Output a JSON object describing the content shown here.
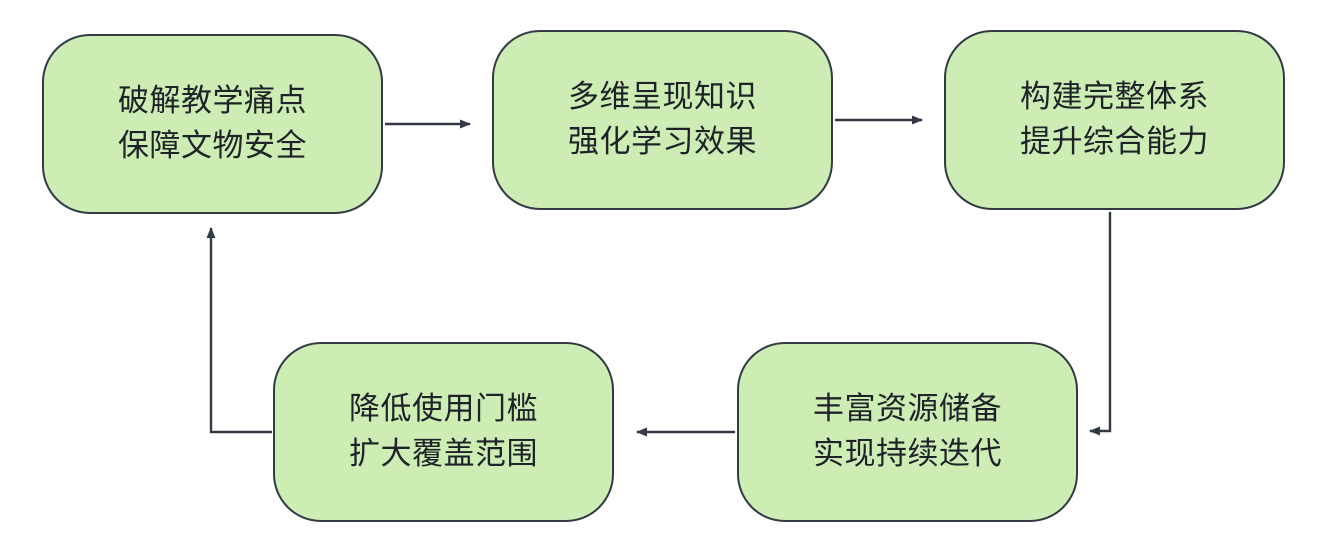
{
  "diagram": {
    "type": "flowchart-cycle",
    "title": "",
    "colors": {
      "node_fill": "#cdedb4",
      "node_border": "#333a45",
      "edge_stroke": "#333a45",
      "text": "#1f2329",
      "background": "#ffffff"
    },
    "nodes": [
      {
        "id": "n1",
        "name": "node-pain-points",
        "lines": [
          "破解教学痛点",
          "保障文物安全"
        ],
        "shape": "stadium"
      },
      {
        "id": "n2",
        "name": "node-knowledge-presentation",
        "lines": [
          "多维呈现知识",
          "强化学习效果"
        ],
        "shape": "stadium"
      },
      {
        "id": "n3",
        "name": "node-complete-system",
        "lines": [
          "构建完整体系",
          "提升综合能力"
        ],
        "shape": "stadium"
      },
      {
        "id": "n4",
        "name": "node-resource-reserve",
        "lines": [
          "丰富资源储备",
          "实现持续迭代"
        ],
        "shape": "stadium"
      },
      {
        "id": "n5",
        "name": "node-lower-threshold",
        "lines": [
          "降低使用门槛",
          "扩大覆盖范围"
        ],
        "shape": "stadium"
      }
    ],
    "edges": [
      {
        "from": "n1",
        "to": "n2",
        "label": "",
        "style": "solid",
        "arrow": "right"
      },
      {
        "from": "n2",
        "to": "n3",
        "label": "",
        "style": "solid",
        "arrow": "right"
      },
      {
        "from": "n3",
        "to": "n4",
        "label": "",
        "style": "solid",
        "arrow": "down-left"
      },
      {
        "from": "n4",
        "to": "n5",
        "label": "",
        "style": "solid",
        "arrow": "left"
      },
      {
        "from": "n5",
        "to": "n1",
        "label": "",
        "style": "solid",
        "arrow": "left-up"
      }
    ]
  }
}
